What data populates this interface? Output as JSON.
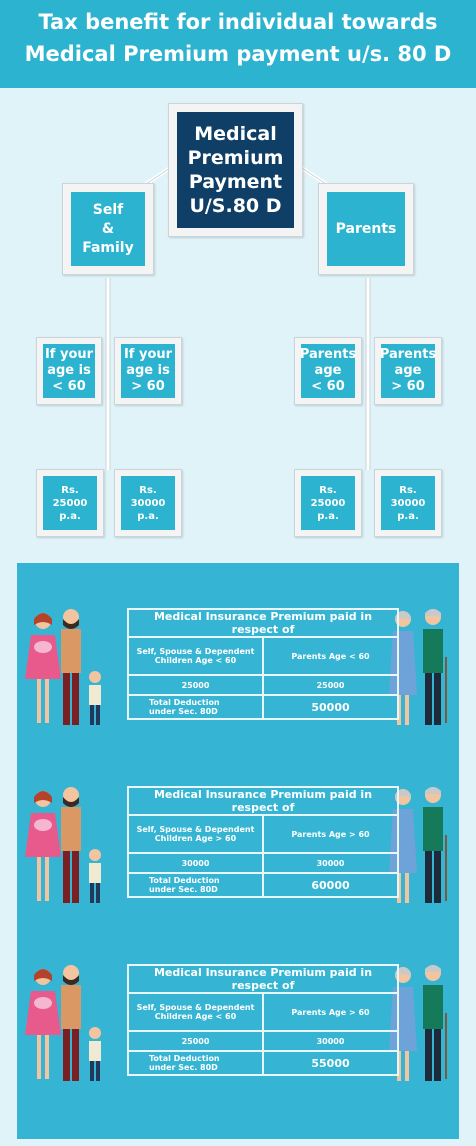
{
  "header": {
    "title_line1": "Tax benefit for individual towards",
    "title_line2": "Medical Premium payment u/s. 80 D"
  },
  "diagram": {
    "root": "Medical\nPremium\nPayment\nU/S.80 D",
    "left": "Self\n&\nFamily",
    "right": "Parents",
    "left_children": [
      "If your\nage is\n< 60",
      "If your\nage is\n> 60"
    ],
    "right_children": [
      "Parents\nage\n< 60",
      "Parents\nage\n> 60"
    ],
    "left_amounts": [
      "Rs.\n25000 p.a.",
      "Rs.\n30000 p.a."
    ],
    "right_amounts": [
      "Rs.\n25000 p.a.",
      "Rs.\n30000 p.a."
    ]
  },
  "tables": [
    {
      "title": "Medical Insurance Premium paid in respect of",
      "self_label": "Self, Spouse & Dependent\nChildren  Age < 60",
      "parents_label": "Parents  Age < 60",
      "self_value": "25000",
      "parents_value": "25000",
      "total_label": "Total Deduction\nunder Sec. 80D",
      "total_value": "50000"
    },
    {
      "title": "Medical Insurance Premium paid in respect of",
      "self_label": "Self, Spouse & Dependent\nChildren  Age > 60",
      "parents_label": "Parents  Age > 60",
      "self_value": "30000",
      "parents_value": "30000",
      "total_label": "Total Deduction\nunder Sec. 80D",
      "total_value": "60000"
    },
    {
      "title": "Medical Insurance Premium paid in respect of",
      "self_label": "Self, Spouse & Dependent\nChildren  Age < 60",
      "parents_label": "Parents  Age > 60",
      "self_value": "25000",
      "parents_value": "30000",
      "total_label": "Total Deduction\nunder Sec. 80D",
      "total_value": "55000"
    }
  ],
  "colors": {
    "accent": "#2bb3cf",
    "dark": "#0f3f66",
    "panel": "#35b5d3"
  },
  "icons": [
    "family-illustration",
    "elderly-couple-illustration"
  ]
}
